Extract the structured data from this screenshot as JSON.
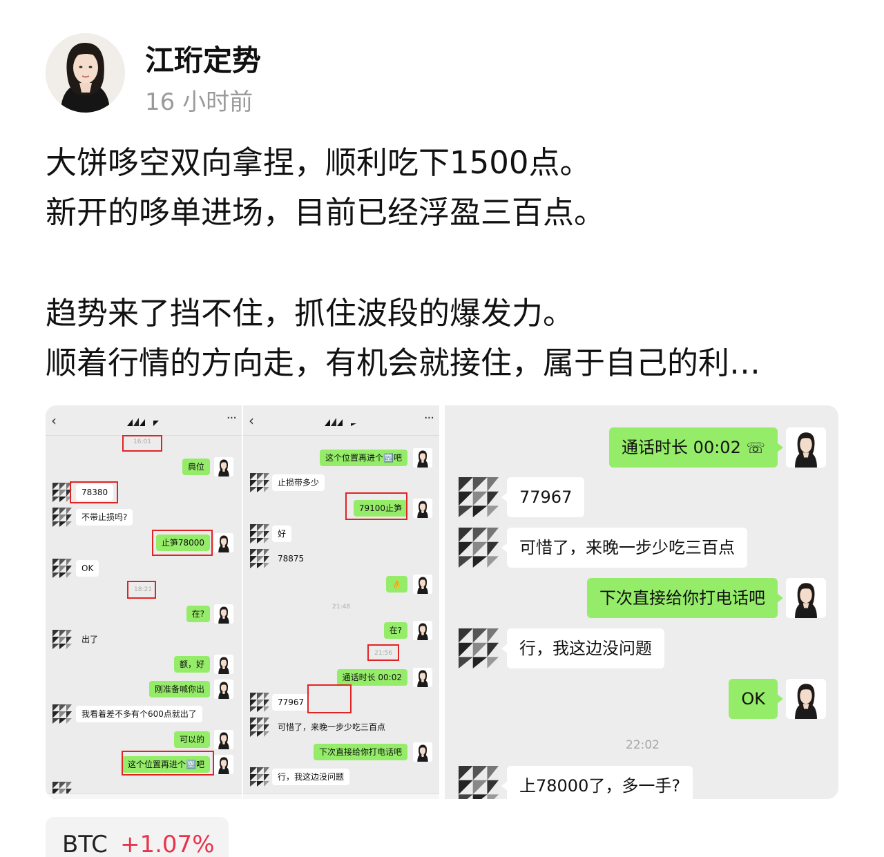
{
  "author": {
    "name": "江珩定势",
    "time": "16 小时前"
  },
  "post": {
    "lines": [
      "大饼哆空双向拿捏，顺利吃下1500点。",
      "新开的哆单进场，目前已经浮盈三百点。",
      "趋势来了挡不住，抓住波段的爆发力。",
      "顺着行情的方向走，有机会就接住，属于自己的利…"
    ]
  },
  "chat1": {
    "time1": "16:01",
    "m1": "典位",
    "m2": "78380",
    "m3": "不带止损吗?",
    "m4": "止笋78000",
    "m5": "OK",
    "time2": "18:21",
    "m6": "在?",
    "m7": "出了",
    "m8": "额，好",
    "m9": "刚准备喊你出",
    "m10": "我看着差不多有个600点就出了",
    "m11": "可以的",
    "m12": "这个位置再进个🈳吧"
  },
  "chat2": {
    "m1": "这个位置再进个🈳吧",
    "m2": "止损带多少",
    "m3": "79100止笋",
    "m4": "好",
    "m5": "78875",
    "m6": "👌",
    "time1": "21:48",
    "m7": "在?",
    "time2": "21:56",
    "m8": "通话时长  00:02",
    "m9": "77967",
    "m10": "可惜了，来晚一步少吃三百点",
    "m11": "下次直接给你打电话吧",
    "m12": "行，我这边没问题"
  },
  "chat3": {
    "call": "通话时长  00:02",
    "m1": "77967",
    "m2": "可惜了，来晚一步少吃三百点",
    "m3": "下次直接给你打电话吧",
    "m4": "行，我这边没问题",
    "m5": "OK",
    "time": "22:02",
    "m6": "上78000了，多一手?"
  },
  "ticker": {
    "symbol": "BTC",
    "change": "+1.07%",
    "color": "#e8344a"
  },
  "colors": {
    "green_bubble": "#95ec69",
    "red_box": "#e02424",
    "chat_bg": "#ededed"
  }
}
